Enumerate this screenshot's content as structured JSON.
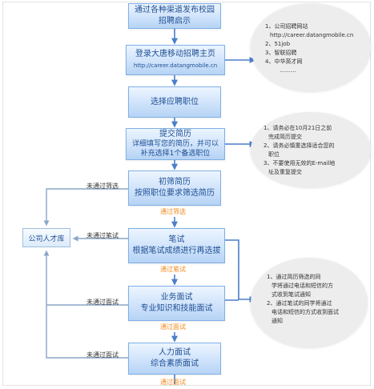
{
  "steps": {
    "s1": [
      "通过各种渠道发布校园",
      "招聘启示"
    ],
    "s2": {
      "title": "登录大唐移动招聘主页",
      "url": "http://career.datangmobile.cn"
    },
    "s3": [
      "选择应聘职位"
    ],
    "s4": [
      "提交简历",
      "详细填写您的简历，并可以",
      "补充选择1个备选职位"
    ],
    "s5": [
      "初筛简历",
      "按照职位要求筛选简历"
    ],
    "s6": [
      "笔试",
      "根据笔试成绩进行再选拔"
    ],
    "s7": [
      "业务面试",
      "专业知识和技能面试"
    ],
    "s8": [
      "人力面试",
      "综合素质面试"
    ]
  },
  "pass_labels": [
    "通过筛选",
    "通过笔试",
    "通过面试",
    "通过面试"
  ],
  "fail_labels": [
    "未通过筛选",
    "未通过笔试",
    "未通过面试",
    "未通过面试"
  ],
  "talent_pool": "公司人才库",
  "notes": {
    "sites": [
      "1、公司招聘网站",
      "http://career.datangmobile.cn",
      "2、51job",
      "3、智联招聘",
      "4、中华英才网",
      "………"
    ],
    "resume": [
      "1、请务必在10月21日之前",
      "完成简历提交",
      "2、请务必慎重选择适合您的",
      "职位",
      "3、不要使用无效的E-mail地",
      "址及重复提交"
    ],
    "notify": [
      "1、通过简历筛选的同",
      "学将通过电话和短信的方",
      "式收到笔试通知",
      "2、通过笔试的同学将通过",
      "电话和短信的方式收到面试",
      "通知"
    ]
  },
  "colors": {
    "step_border": "#7fb0e6",
    "step_text": "#1f4f93",
    "arrow": "#4a7fc9",
    "pass_text": "#f08a1c",
    "bubble": "#ededed"
  }
}
